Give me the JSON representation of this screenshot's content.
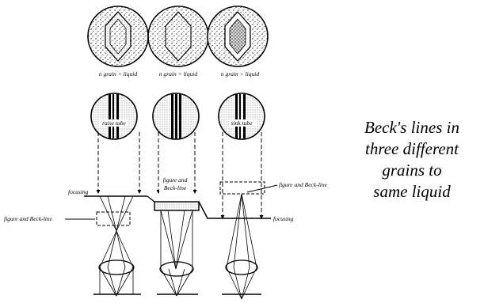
{
  "labels": {
    "top_circles": [
      "n grain < liquid",
      "n grain = liquid",
      "n grain > liquid"
    ],
    "tubes": [
      "raise tube",
      "sink tube"
    ],
    "focusing": "focusing",
    "figure_beck_line": "figure and Beck-line",
    "figure_and": "figure and",
    "beck_line": "Beck-line"
  },
  "side_caption": [
    "Beck's lines in",
    "three different",
    "grains to",
    "same liquid"
  ]
}
